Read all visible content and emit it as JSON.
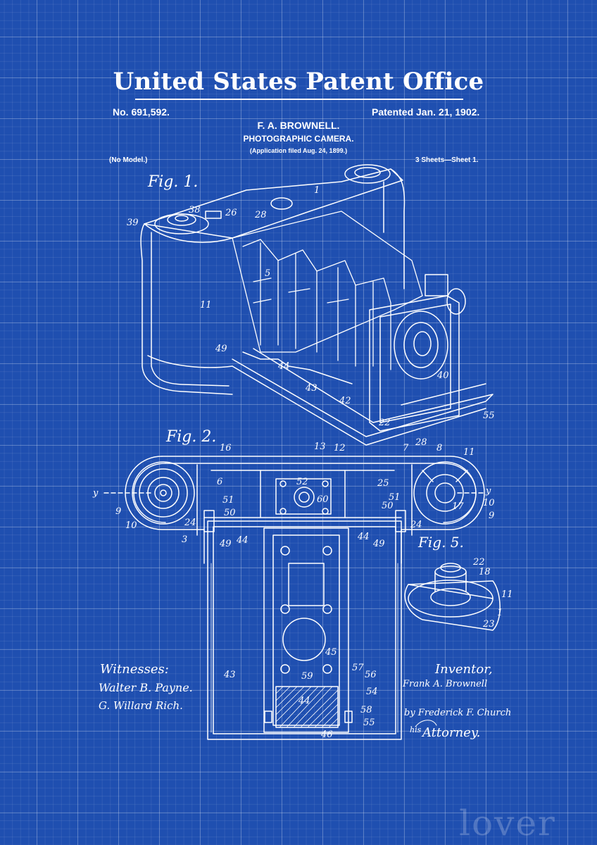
{
  "header": {
    "title": "United States Patent Office",
    "patent_number": "No. 691,592.",
    "patent_date": "Patented Jan. 21, 1902.",
    "inventor_name": "F. A. BROWNELL.",
    "invention": "PHOTOGRAPHIC CAMERA.",
    "application": "(Application filed Aug. 24, 1899.)",
    "model_note": "(No Model.)",
    "sheet": "3 Sheets—Sheet 1."
  },
  "figures": {
    "fig1": "Fig. 1.",
    "fig2": "Fig. 2.",
    "fig5": "Fig. 5."
  },
  "signatures": {
    "witnesses_label": "Witnesses:",
    "witness_1": "Walter B. Payne.",
    "witness_2": "G. Willard Rich.",
    "inventor_label": "Inventor,",
    "inventor_signature": "Frank A. Brownell",
    "attorney_signature": "by Frederick F. Church",
    "attorney_his": "his",
    "attorney_label": "Attorney."
  },
  "watermark": "lover"
}
